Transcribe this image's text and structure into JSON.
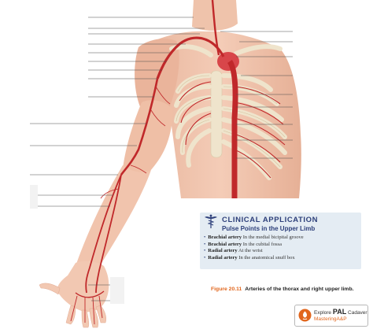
{
  "figure": {
    "number": "Figure 20.11",
    "title": "Arteries of the thorax and right upper limb."
  },
  "clinical_box": {
    "heading": "CLINICAL APPLICATION",
    "subheading": "Pulse Points in the Upper Limb",
    "items": [
      {
        "title": "Brachial artery",
        "detail": "In the medial bicipital groove"
      },
      {
        "title": "Brachial artery",
        "detail": "In the cubital fossa"
      },
      {
        "title": "Radial artery",
        "detail": "At the wrist"
      },
      {
        "title": "Radial artery",
        "detail": "In the anatomical snuff box"
      }
    ]
  },
  "badge": {
    "line1_prefix": "Explore",
    "line1_brand": "PAL",
    "line1_suffix": "Cadaver",
    "line2": "MasteringA&P"
  },
  "colors": {
    "accent_orange": "#e1661d",
    "clinical_navy": "#2d3f7a",
    "clinical_bg": "#e4ecf3",
    "artery_red": "#c0282a",
    "skin": "#f1c4ad",
    "bone": "#efe4cc"
  },
  "icons": {
    "clinical": "caduceus-icon",
    "badge": "pal-logo-icon"
  }
}
